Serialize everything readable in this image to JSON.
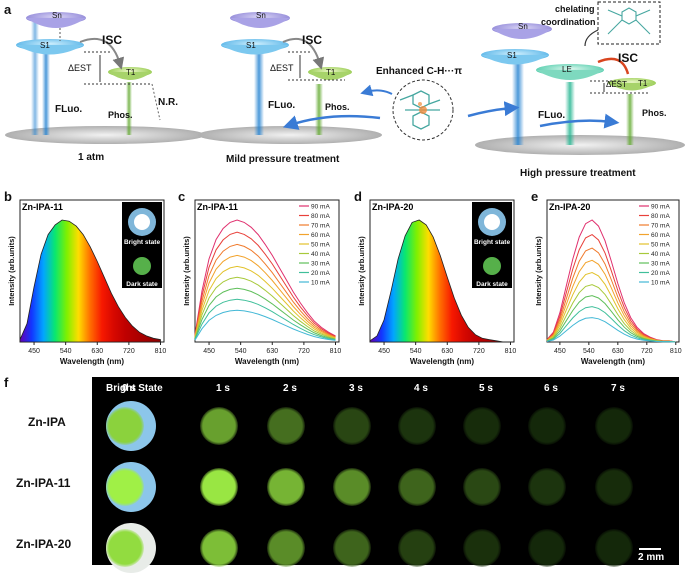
{
  "panel_a": {
    "label": "a",
    "diagrams": [
      {
        "levels": {
          "sn": "Sn",
          "s1": "S1",
          "t1": "T1"
        },
        "isc": "ISC",
        "delta": "ΔEST",
        "fluo": "FLuo.",
        "phos": "Phos.",
        "nr": "N.R.",
        "caption": "1 atm"
      },
      {
        "levels": {
          "sn": "Sn",
          "s1": "S1",
          "t1": "T1"
        },
        "isc": "ISC",
        "delta": "ΔEST",
        "fluo": "FLuo.",
        "phos": "Phos.",
        "caption": "Mild pressure treatment"
      },
      {
        "levels": {
          "sn": "Sn",
          "s1": "S1",
          "le": "LE",
          "t1": "T1"
        },
        "isc": "ISC",
        "delta": "ΔEST",
        "fluo": "FLuo.",
        "phos": "Phos.",
        "caption": "High pressure treatment"
      }
    ],
    "enhanced_label": "Enhanced C-H···π",
    "chelating_label_1": "chelating",
    "chelating_label_2": "coordination"
  },
  "chart_data": [
    {
      "panel": "b",
      "type": "area",
      "title": "Zn-IPA-11",
      "xlabel": "Wavelength (nm)",
      "ylabel": "Intensity (arb.units)",
      "xlim": [
        410,
        820
      ],
      "xticks": [
        450,
        540,
        630,
        720,
        810
      ],
      "x": [
        410,
        430,
        450,
        470,
        490,
        510,
        530,
        550,
        570,
        590,
        610,
        630,
        650,
        670,
        690,
        710,
        730,
        750,
        770,
        790,
        810
      ],
      "y": [
        0.02,
        0.15,
        0.45,
        0.72,
        0.88,
        0.96,
        1.0,
        0.99,
        0.95,
        0.88,
        0.78,
        0.66,
        0.53,
        0.4,
        0.29,
        0.2,
        0.13,
        0.08,
        0.05,
        0.03,
        0.02
      ],
      "inset": {
        "bright": "Bright state",
        "dark": "Dark state"
      }
    },
    {
      "panel": "c",
      "type": "line",
      "title": "Zn-IPA-11",
      "xlabel": "Wavelength (nm)",
      "ylabel": "Intensity (arb.units)",
      "xlim": [
        410,
        820
      ],
      "xticks": [
        450,
        540,
        630,
        720,
        810
      ],
      "x": [
        410,
        430,
        450,
        470,
        490,
        510,
        530,
        550,
        570,
        590,
        610,
        630,
        650,
        670,
        690,
        710,
        730,
        750,
        770,
        790,
        810
      ],
      "shape": [
        0.06,
        0.42,
        0.68,
        0.84,
        0.93,
        0.98,
        1.0,
        0.98,
        0.94,
        0.88,
        0.8,
        0.71,
        0.61,
        0.51,
        0.41,
        0.32,
        0.24,
        0.17,
        0.12,
        0.08,
        0.05
      ],
      "series": [
        {
          "name": "90 mA",
          "peak": 1.0,
          "color": "#e0306e"
        },
        {
          "name": "80 mA",
          "peak": 0.9,
          "color": "#e8403a"
        },
        {
          "name": "70 mA",
          "peak": 0.8,
          "color": "#f07a2c"
        },
        {
          "name": "60 mA",
          "peak": 0.71,
          "color": "#f2a32c"
        },
        {
          "name": "50 mA",
          "peak": 0.62,
          "color": "#e2c22c"
        },
        {
          "name": "40 mA",
          "peak": 0.53,
          "color": "#a8c93a"
        },
        {
          "name": "30 mA",
          "peak": 0.44,
          "color": "#5fbf5a"
        },
        {
          "name": "20 mA",
          "peak": 0.35,
          "color": "#3fbf9a"
        },
        {
          "name": "10 mA",
          "peak": 0.26,
          "color": "#43b8d6"
        }
      ]
    },
    {
      "panel": "d",
      "type": "area",
      "title": "Zn-IPA-20",
      "xlabel": "Wavelength (nm)",
      "ylabel": "Intensity (arb.units)",
      "xlim": [
        410,
        820
      ],
      "xticks": [
        450,
        540,
        630,
        720,
        810
      ],
      "x": [
        410,
        430,
        450,
        470,
        490,
        510,
        530,
        550,
        570,
        590,
        610,
        630,
        650,
        670,
        690,
        710,
        730,
        750,
        770,
        790,
        810
      ],
      "y": [
        0.01,
        0.05,
        0.18,
        0.42,
        0.68,
        0.87,
        0.98,
        1.0,
        0.96,
        0.86,
        0.71,
        0.53,
        0.36,
        0.22,
        0.12,
        0.06,
        0.03,
        0.02,
        0.01,
        0.0,
        0.0
      ],
      "inset": {
        "bright": "Bright state",
        "dark": "Dark state"
      }
    },
    {
      "panel": "e",
      "type": "line",
      "title": "Zn-IPA-20",
      "xlabel": "Wavelength (nm)",
      "ylabel": "Intensity (arb.units)",
      "xlim": [
        410,
        820
      ],
      "xticks": [
        450,
        540,
        630,
        720,
        810
      ],
      "x": [
        410,
        430,
        450,
        470,
        490,
        510,
        530,
        550,
        570,
        590,
        610,
        630,
        650,
        670,
        690,
        710,
        730,
        750,
        770,
        790,
        810
      ],
      "shape": [
        0.02,
        0.08,
        0.24,
        0.46,
        0.68,
        0.86,
        0.97,
        1.0,
        0.95,
        0.83,
        0.66,
        0.48,
        0.32,
        0.2,
        0.12,
        0.07,
        0.04,
        0.02,
        0.01,
        0.01,
        0.0
      ],
      "series": [
        {
          "name": "90 mA",
          "peak": 1.0,
          "color": "#e0306e"
        },
        {
          "name": "80 mA",
          "peak": 0.88,
          "color": "#e8403a"
        },
        {
          "name": "70 mA",
          "peak": 0.77,
          "color": "#f07a2c"
        },
        {
          "name": "60 mA",
          "peak": 0.67,
          "color": "#f2a32c"
        },
        {
          "name": "50 mA",
          "peak": 0.57,
          "color": "#e2c22c"
        },
        {
          "name": "40 mA",
          "peak": 0.47,
          "color": "#a8c93a"
        },
        {
          "name": "30 mA",
          "peak": 0.38,
          "color": "#5fbf5a"
        },
        {
          "name": "20 mA",
          "peak": 0.29,
          "color": "#3fbf9a"
        },
        {
          "name": "10 mA",
          "peak": 0.2,
          "color": "#43b8d6"
        }
      ]
    }
  ],
  "panel_f": {
    "label": "f",
    "bright_header": "Bright State",
    "time_headers": [
      "0 s",
      "1 s",
      "2 s",
      "3 s",
      "4 s",
      "5 s",
      "6 s",
      "7 s"
    ],
    "rows": [
      {
        "name": "Zn-IPA",
        "brightness": [
          0.85,
          0.6,
          0.35,
          0.15,
          0.06,
          0.02,
          0,
          0
        ]
      },
      {
        "name": "Zn-IPA-11",
        "brightness": [
          1.0,
          0.95,
          0.7,
          0.5,
          0.3,
          0.16,
          0.06,
          0.02
        ]
      },
      {
        "name": "Zn-IPA-20",
        "brightness": [
          0.9,
          0.75,
          0.5,
          0.3,
          0.12,
          0.04,
          0,
          0
        ]
      }
    ],
    "scale_bar": "2 mm"
  }
}
